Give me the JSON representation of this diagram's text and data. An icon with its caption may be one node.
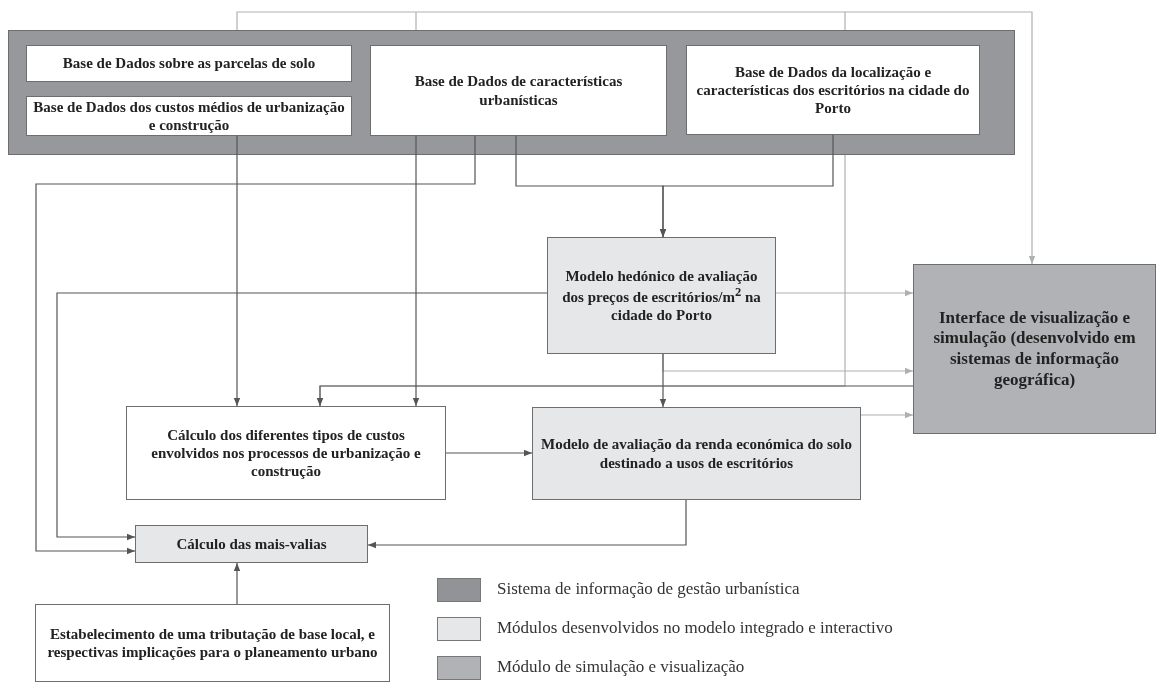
{
  "diagram": {
    "nodes": [
      {
        "text": [],
        "shape": "box"
      },
      {
        "text": [
          "Base de Dados sobre as parcelas de solo"
        ],
        "in": 0
      },
      {
        "text": [
          "Base de Dados dos custos médios de urbanização e construção"
        ],
        "in": 0
      },
      {
        "text": [
          "Base de Dados de características urbanísticas"
        ],
        "in": 0
      },
      {
        "text": [
          "Base de Dados da localização e características dos escritórios na cidade do Porto"
        ],
        "in": 0
      },
      {
        "text": [
          "Modelo hedónico de avaliação dos preços de escritórios/m$^{2}$ na cidade do Porto"
        ]
      },
      {
        "text": [
          "Interface de visualização e simulação (desenvolvido em sistemas de informação geográfica)"
        ]
      },
      {
        "text": [
          "Cálculo dos diferentes tipos de custos envolvidos nos processos de urbanização e construção"
        ]
      },
      {
        "text": [
          "Modelo de avaliação da renda económica do solo destinado a usos de escritórios"
        ]
      },
      {
        "text": [
          "Cálculo das mais-valias"
        ]
      },
      {
        "text": [
          "Estabelecimento de uma tributação de base local, e respectivas implicações para o planeamento urbano"
        ]
      }
    ],
    "edges": [
      {
        "from": 0,
        "to": 6,
        "arrow": "to",
        "color": "#b0b0b0"
      },
      {
        "from": 0,
        "to": 7,
        "arrow": "to",
        "color": "#b0b0b0"
      },
      {
        "from": 2,
        "to": 7,
        "arrow": "to"
      },
      {
        "from": 3,
        "to": 7,
        "arrow": "to"
      },
      {
        "from": 3,
        "to": 5,
        "arrow": "to"
      },
      {
        "from": 4,
        "to": 5,
        "arrow": "to"
      },
      {
        "from": 3,
        "to": 9,
        "arrow": "to"
      },
      {
        "from": 5,
        "to": 9,
        "arrow": "to"
      },
      {
        "from": 5,
        "to": 6,
        "arrow": "to",
        "color": "#b0b0b0"
      },
      {
        "from": 5,
        "to": 8,
        "arrow": "to"
      },
      {
        "from": 5,
        "to": 6,
        "arrow": "to",
        "color": "#b0b0b0"
      },
      {
        "from": 8,
        "to": 6,
        "arrow": "to",
        "color": "#b0b0b0"
      },
      {
        "from": 6,
        "to": 7,
        "arrow": "to"
      },
      {
        "from": 7,
        "to": 8,
        "arrow": "to"
      },
      {
        "from": 8,
        "to": 9,
        "arrow": "to"
      },
      {
        "from": 10,
        "to": 9,
        "arrow": "to"
      }
    ],
    "legend": [
      {
        "text": "Sistema de informação de gestão urbanística",
        "color": "#929397"
      },
      {
        "text": "Módulos desenvolvidos no modelo integrado e interactivo",
        "color": "#e6e7e9"
      },
      {
        "text": "Módulo de simulação e visualização",
        "color": "#b1b2b6"
      }
    ]
  }
}
